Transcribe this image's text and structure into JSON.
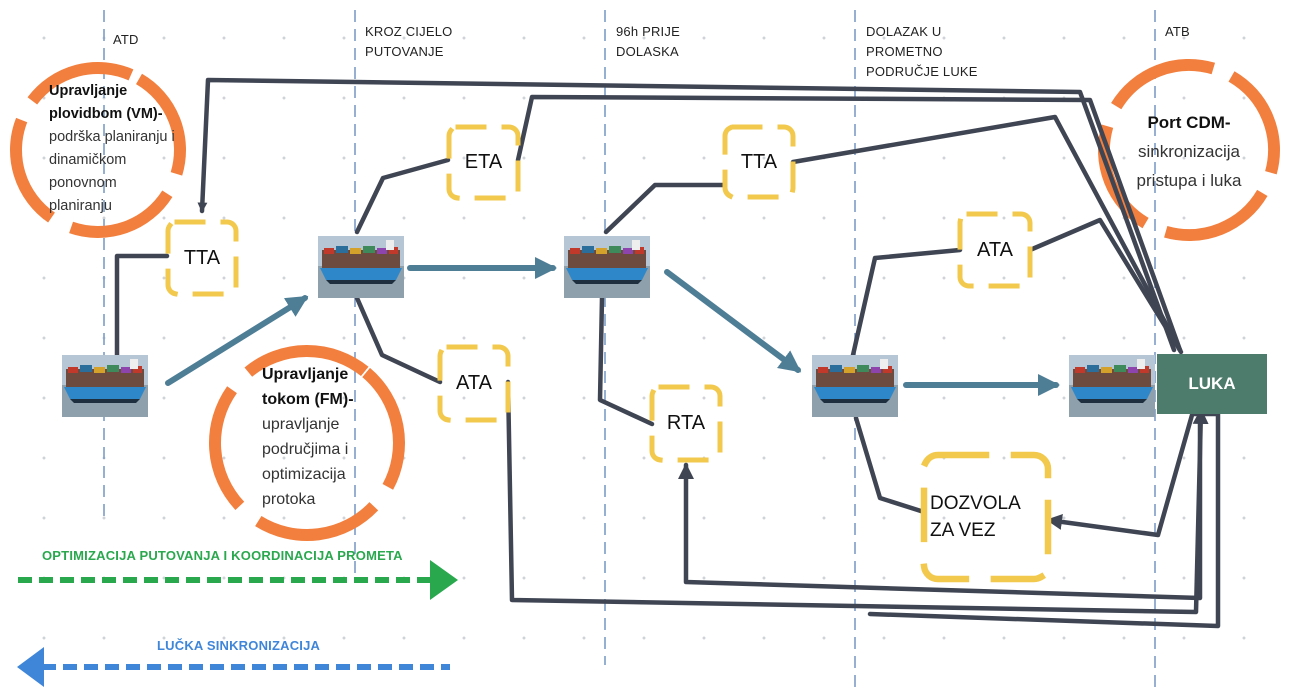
{
  "phases": [
    {
      "id": "atd",
      "lines": [
        "ATD"
      ]
    },
    {
      "id": "journey",
      "lines": [
        "KROZ CIJELO",
        "PUTOVANJE"
      ]
    },
    {
      "id": "96h",
      "lines": [
        "96h PRIJE",
        "DOLASKA"
      ]
    },
    {
      "id": "port-area",
      "lines": [
        "DOLAZAK U",
        "PROMETNO",
        "PODRUČJE LUKE"
      ]
    },
    {
      "id": "atb",
      "lines": [
        "ATB"
      ]
    }
  ],
  "rings": {
    "vm": {
      "title": [
        "Upravljanje",
        "plovidbom (VM)-"
      ],
      "body": [
        "podrška planiranju i",
        "dinamičkom",
        "ponovnom",
        "planiranju"
      ]
    },
    "fm": {
      "title": [
        "Upravljanje",
        "tokom (FM)-"
      ],
      "body": [
        "upravljanje",
        "područjima i",
        "optimizacija",
        "protoka"
      ]
    },
    "cdm": {
      "title": "Port CDM-",
      "body": [
        "sinkronizacija",
        "pristupa i luka"
      ]
    }
  },
  "boxes": {
    "tta1": "TTA",
    "eta": "ETA",
    "ata1": "ATA",
    "tta2": "TTA",
    "rta": "RTA",
    "ata2": "ATA",
    "dozvola": [
      "DOZVOLA",
      "ZA VEZ"
    ]
  },
  "luka_label": "LUKA",
  "flows": {
    "green": "OPTIMIZACIJA PUTOVANJA I KOORDINACIJA PROMETA",
    "blue": "LUČKA SINKRONIZACIJA"
  },
  "colors": {
    "ring": "#f27f3d",
    "box": "#f2c94c",
    "connector": "#3f4553",
    "flow_arrow": "#4e7d96",
    "luka": "#4d7c6c",
    "green": "#2aa84e",
    "blue": "#3f86d9",
    "phase_line": "#7d9dc7"
  }
}
